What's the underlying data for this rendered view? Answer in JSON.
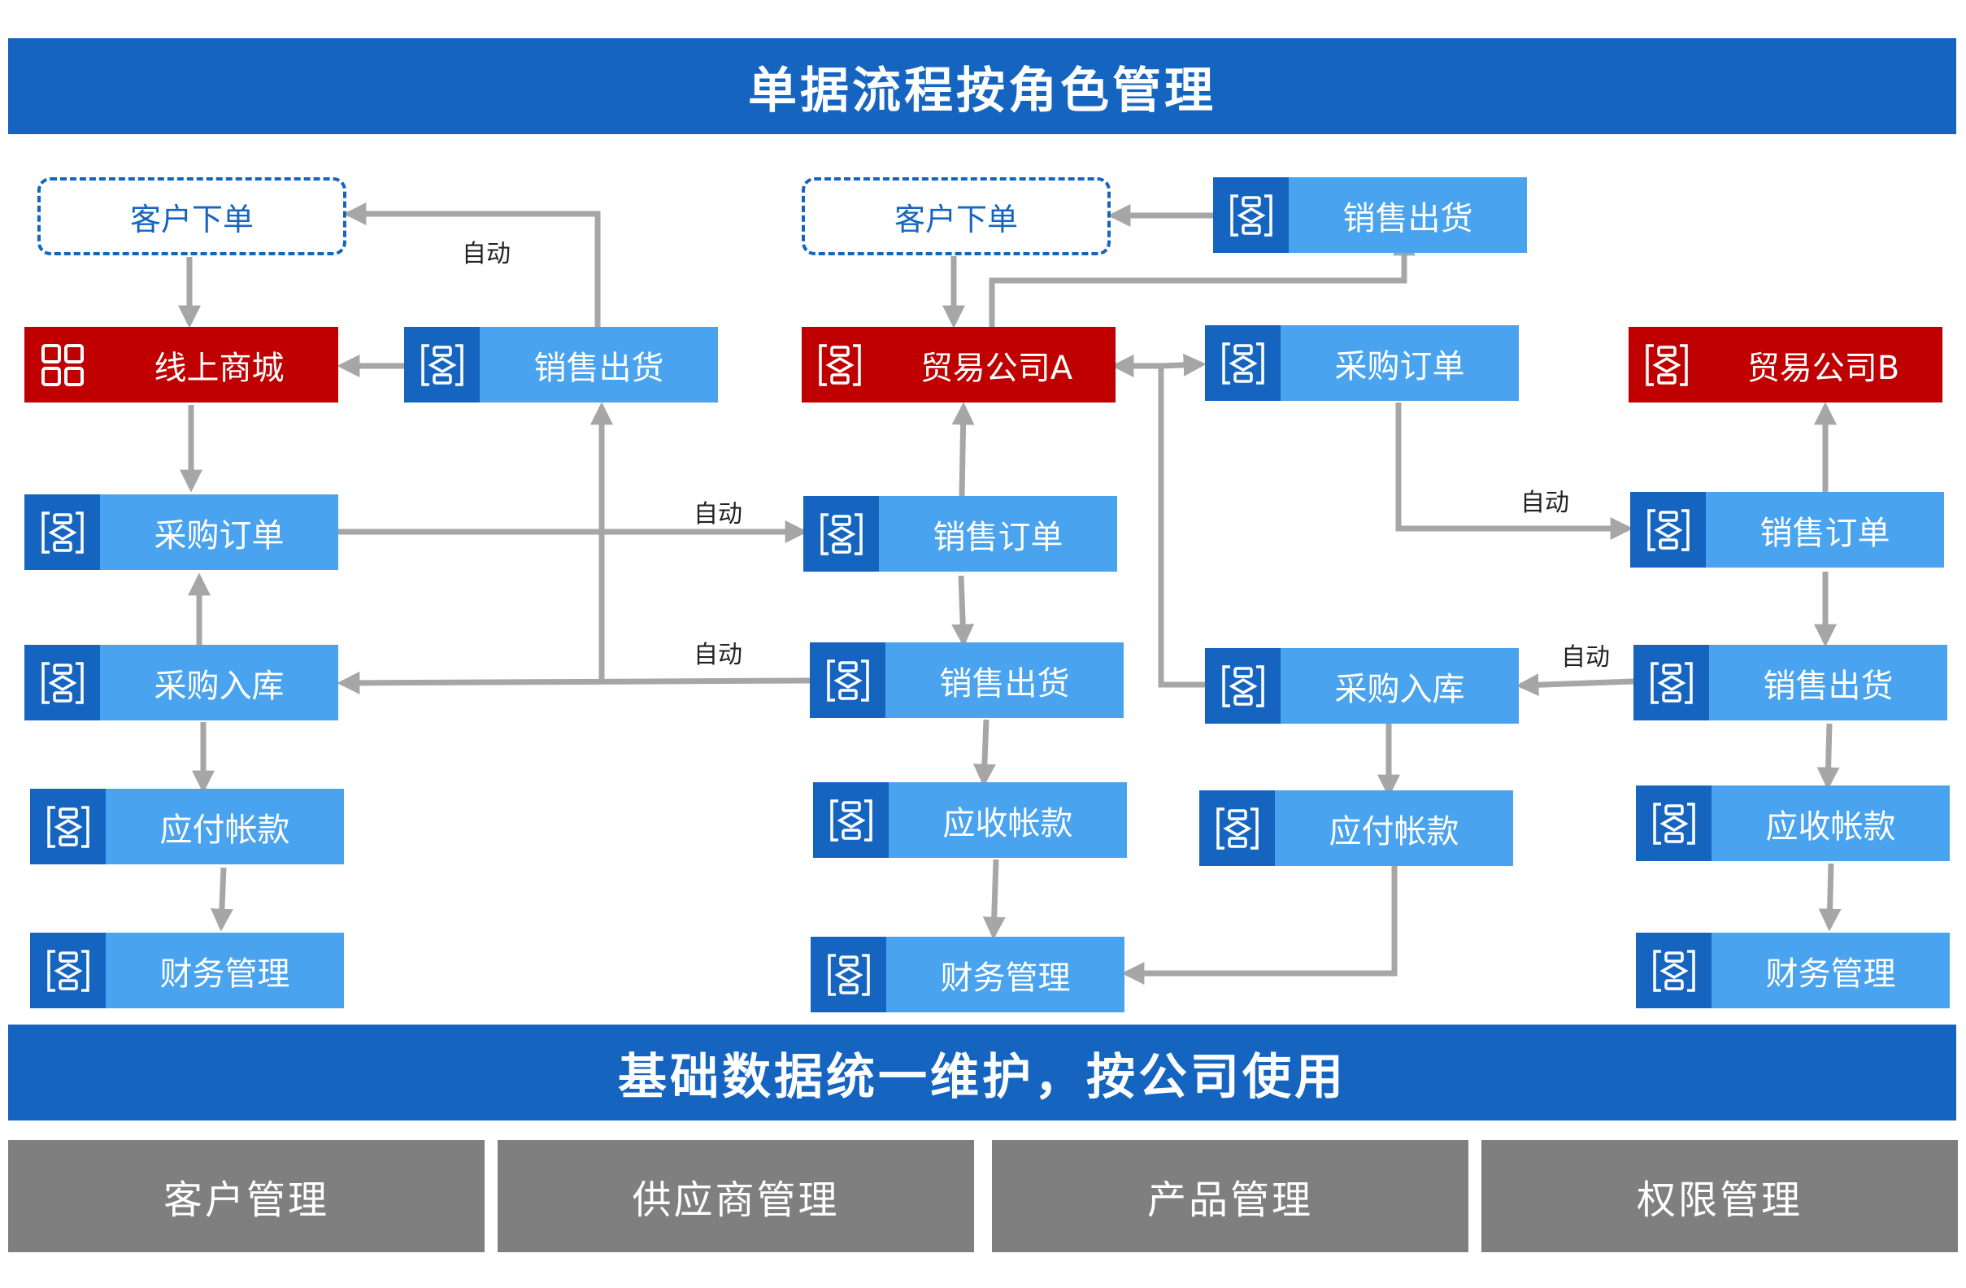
{
  "header": {
    "title": "单据流程按角色管理"
  },
  "footer": {
    "title": "基础数据统一维护，按公司使用"
  },
  "modules": [
    {
      "label": "客户管理"
    },
    {
      "label": "供应商管理"
    },
    {
      "label": "产品管理"
    },
    {
      "label": "权限管理"
    }
  ],
  "colors": {
    "primary": "#1565C0",
    "node_light": "#4AA3EE",
    "role": "#C00000",
    "module": "#7F7F7F",
    "arrow": "#A6A6A6"
  },
  "auto_label": "自动",
  "nodes": {
    "c1_customer": "客户下单",
    "c1_mall": "线上商城",
    "c1_sales_ship": "销售出货",
    "c1_po": "采购订单",
    "c1_receipt": "采购入库",
    "c1_ap": "应付帐款",
    "c1_fin": "财务管理",
    "c2_customer": "客户下单",
    "c2_sales_ship_top": "销售出货",
    "c2_company_a": "贸易公司A",
    "c2_so": "销售订单",
    "c2_sales_ship": "销售出货",
    "c2_ar": "应收帐款",
    "c2_fin": "财务管理",
    "c3_po": "采购订单",
    "c3_receipt": "采购入库",
    "c3_ap": "应付帐款",
    "c4_company_b": "贸易公司B",
    "c4_so": "销售订单",
    "c4_sales_ship": "销售出货",
    "c4_ar": "应收帐款",
    "c4_fin": "财务管理"
  },
  "icons": {
    "process": "process-icon",
    "grid": "grid-icon"
  }
}
